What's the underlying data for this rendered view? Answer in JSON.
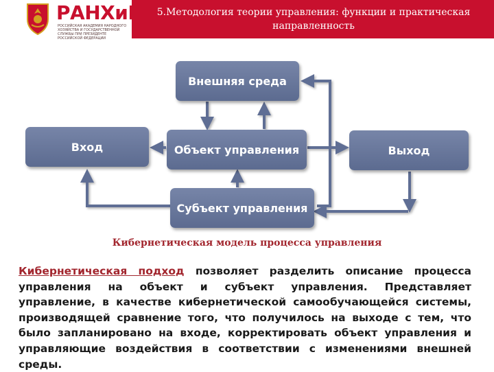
{
  "header": {
    "brand": "РАНХиГС",
    "brand_sub": "Российская академия народного хозяйства и государственной службы при Президенте Российской Федерации",
    "title": "5.Методология теории управления: функции и практическая направленность"
  },
  "diagram": {
    "boxes": {
      "external": "Внешняя среда",
      "input": "Вход",
      "object": "Объект управления",
      "output": "Выход",
      "subject": "Субъект управления"
    }
  },
  "caption": "Кибернетическая модель процесса управления",
  "paragraph": {
    "highlight": "Кибернетическая подход",
    "rest": " позволяет разделить описание процесса управления на объект и субъект управления. Представляет управление, в качестве кибернетической самообучающейся системы, производящей сравнение того, что получилось на выходе с тем, что было запланировано на входе, корректировать объект управления и управляющие воздействия в соответствии с изменениями внешней среды."
  },
  "colors": {
    "brand": "#c8102e",
    "box": "#6a789c",
    "caption": "#a2262e",
    "arrow": "#5f6e94"
  }
}
